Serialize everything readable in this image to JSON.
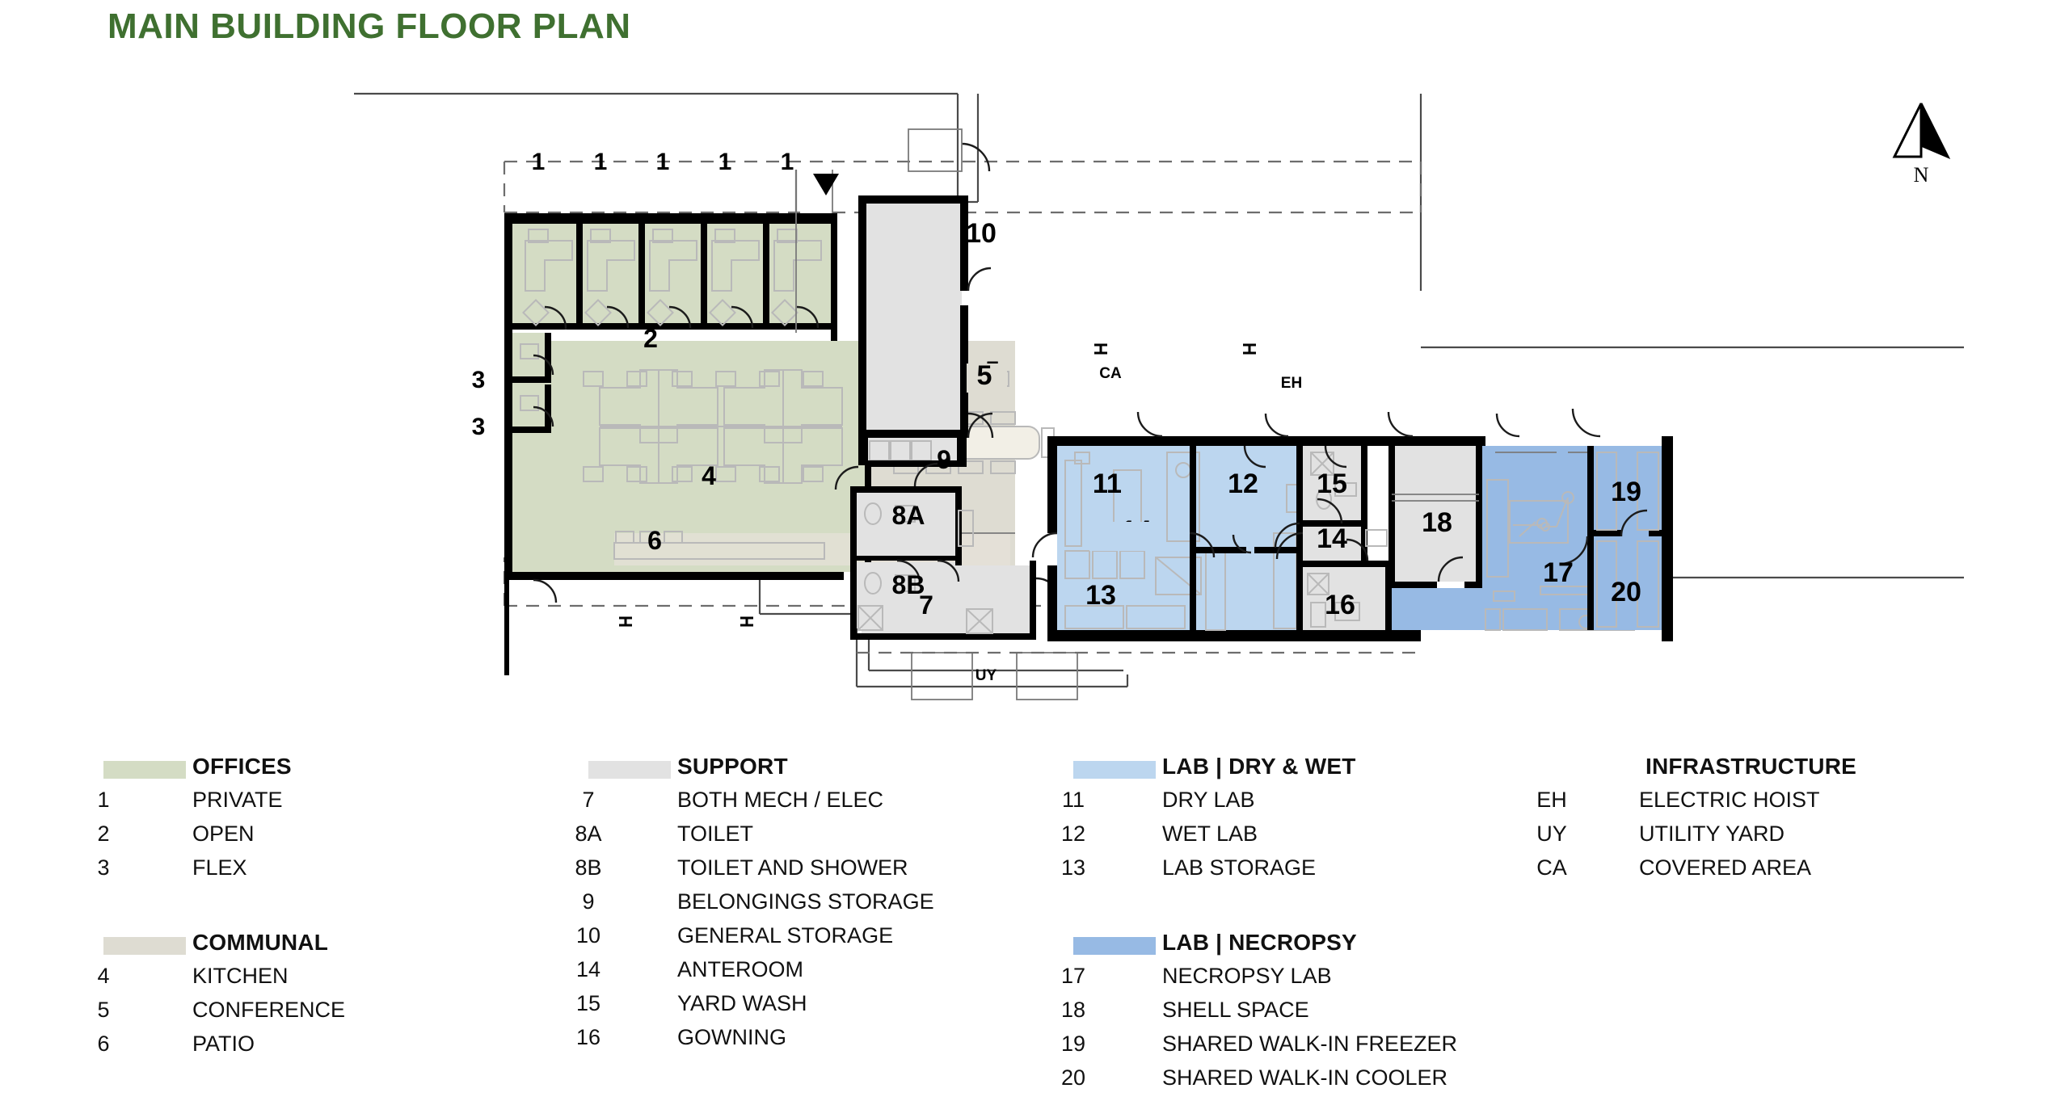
{
  "title": "MAIN BUILDING FLOOR PLAN",
  "colors": {
    "title_green": "#3f7030",
    "offices": "#d4dcc4",
    "communal": "#dedcd2",
    "support": "#e2e2e2",
    "lab_dry_wet": "#bcd6ef",
    "lab_necropsy": "#97bae4",
    "wall": "#000000",
    "thin_line": "#555555"
  },
  "north": {
    "label": "N",
    "name": "north-arrow"
  },
  "plan_annotations": {
    "covered_area": "CA",
    "electric_hoist": "EH",
    "utility_yard": "UY"
  },
  "room_numbers": [
    "1",
    "1",
    "1",
    "1",
    "1",
    "2",
    "3",
    "3",
    "4",
    "5",
    "6",
    "7",
    "8A",
    "8B",
    "9",
    "10",
    "11",
    "12",
    "13",
    "14",
    "15",
    "16",
    "17",
    "18",
    "19",
    "20"
  ],
  "legend": {
    "columns": [
      {
        "name": "legend-column-1",
        "groups": [
          {
            "heading": "OFFICES",
            "swatch": "#d4dcc4",
            "items": [
              {
                "num": "1",
                "text": "PRIVATE"
              },
              {
                "num": "2",
                "text": "OPEN"
              },
              {
                "num": "3",
                "text": "FLEX"
              }
            ]
          },
          {
            "heading": "COMMUNAL",
            "swatch": "#dedcd2",
            "items": [
              {
                "num": "4",
                "text": "KITCHEN"
              },
              {
                "num": "5",
                "text": "CONFERENCE"
              },
              {
                "num": "6",
                "text": "PATIO"
              }
            ]
          }
        ]
      },
      {
        "name": "legend-column-2",
        "groups": [
          {
            "heading": "SUPPORT",
            "swatch": "#e2e2e2",
            "items": [
              {
                "num": "7",
                "text": "BOTH MECH / ELEC"
              },
              {
                "num": "8A",
                "text": "TOILET"
              },
              {
                "num": "8B",
                "text": "TOILET AND SHOWER"
              },
              {
                "num": "9",
                "text": "BELONGINGS STORAGE"
              },
              {
                "num": "10",
                "text": "GENERAL STORAGE"
              },
              {
                "num": "14",
                "text": "ANTEROOM"
              },
              {
                "num": "15",
                "text": "YARD WASH"
              },
              {
                "num": "16",
                "text": "GOWNING"
              }
            ]
          }
        ]
      },
      {
        "name": "legend-column-3",
        "groups": [
          {
            "heading": "LAB | DRY & WET",
            "swatch": "#bcd6ef",
            "items": [
              {
                "num": "11",
                "text": "DRY LAB"
              },
              {
                "num": "12",
                "text": "WET LAB"
              },
              {
                "num": "13",
                "text": "LAB STORAGE"
              }
            ]
          },
          {
            "heading": "LAB | NECROPSY",
            "swatch": "#97bae4",
            "items": [
              {
                "num": "17",
                "text": "NECROPSY LAB"
              },
              {
                "num": "18",
                "text": "SHELL SPACE"
              },
              {
                "num": "19",
                "text": "SHARED WALK-IN FREEZER"
              },
              {
                "num": "20",
                "text": "SHARED WALK-IN COOLER"
              }
            ]
          }
        ]
      },
      {
        "name": "legend-column-4",
        "groups": [
          {
            "heading": "INFRASTRUCTURE",
            "swatch": null,
            "items": [
              {
                "num": "EH",
                "text": "ELECTRIC HOIST"
              },
              {
                "num": "UY",
                "text": "UTILITY YARD"
              },
              {
                "num": "CA",
                "text": "COVERED AREA"
              }
            ]
          }
        ]
      }
    ]
  }
}
